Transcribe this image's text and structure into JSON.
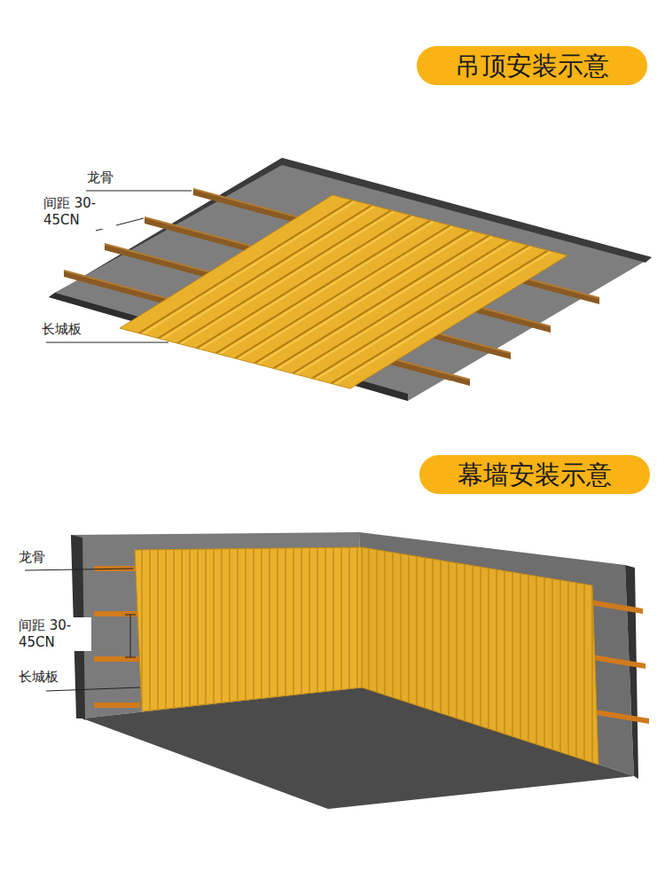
{
  "diagram": {
    "nodes": [
      {
        "text": [
          "吊顶安装示意"
        ]
      },
      {
        "text": [
          "幕墙安装示意"
        ]
      }
    ],
    "labels": [
      "龙骨",
      "间距 30-45CN",
      "长城板",
      "龙骨",
      "间距 30-45CN",
      "长城板"
    ]
  }
}
